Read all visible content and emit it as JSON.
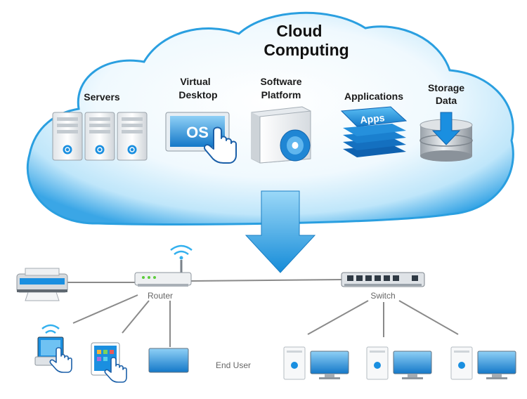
{
  "cloud": {
    "title_line1": "Cloud",
    "title_line2": "Computing",
    "services": {
      "servers": {
        "label": "Servers"
      },
      "virtual_desktop": {
        "line1": "Virtual",
        "line2": "Desktop",
        "screen_text": "OS"
      },
      "software_platform": {
        "line1": "Software",
        "line2": "Platform"
      },
      "applications": {
        "label": "Applications",
        "stack_text": "Apps"
      },
      "storage": {
        "line1": "Storage",
        "line2": "Data"
      }
    }
  },
  "network": {
    "router_label": "Router",
    "switch_label": "Switch",
    "end_user_label": "End User"
  },
  "colors": {
    "cloud_light": "#eaf7fd",
    "cloud_edge": "#2a9fe0",
    "accent_blue": "#1a8fe0",
    "arrow_top": "#8fd3f7",
    "arrow_bottom": "#1b92dc",
    "line_gray": "#8a8a8a"
  }
}
